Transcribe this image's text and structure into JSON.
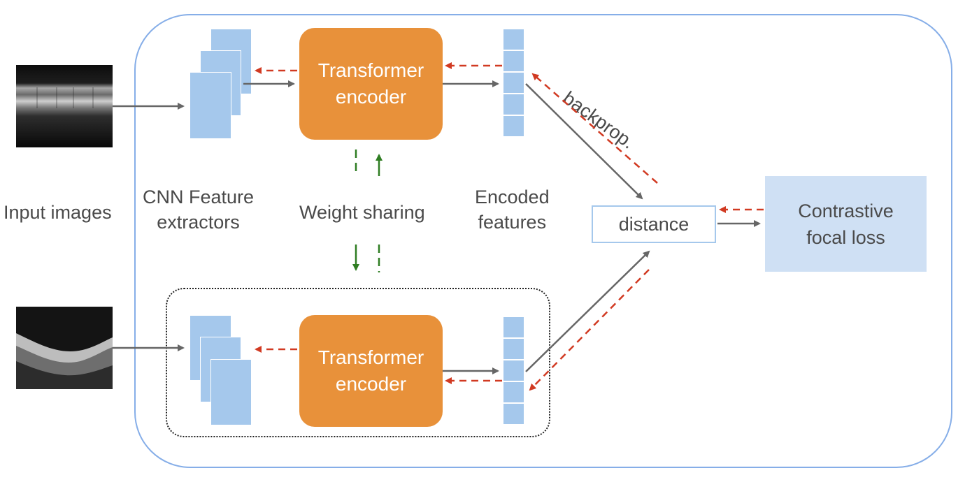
{
  "labels": {
    "input_images": "Input images",
    "cnn_line1": "CNN Feature",
    "cnn_line2": "extractors",
    "weight_sharing": "Weight sharing",
    "encoded_line1": "Encoded",
    "encoded_line2": "features",
    "backprop": "backprop.",
    "distance": "distance",
    "loss_line1": "Contrastive",
    "loss_line2": "focal loss"
  },
  "encoder": {
    "top_line1": "Transformer",
    "top_line2": "encoder",
    "bottom_line1": "Transformer",
    "bottom_line2": "encoder"
  },
  "colors": {
    "frame": "#86aee8",
    "encoder": "#e8913a",
    "feature": "#a5c8ec",
    "loss_box": "#cfe0f4",
    "forward_arrow": "#666666",
    "backprop_arrow": "#d13a22",
    "weight_sharing_arrow": "#2f7d22"
  }
}
